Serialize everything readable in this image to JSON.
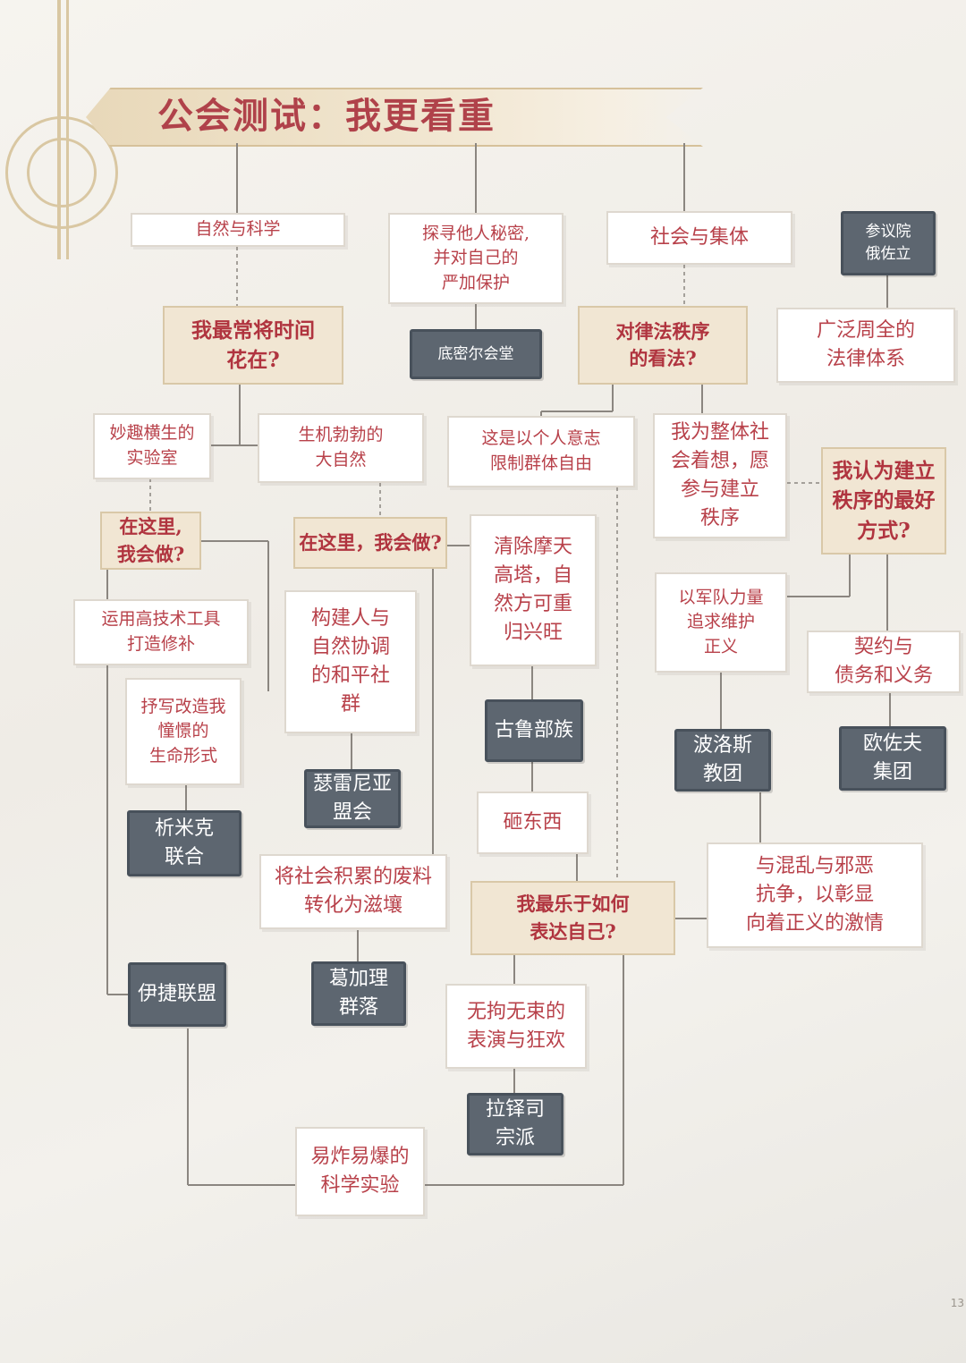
{
  "title": "公会测试：我更看重",
  "page_number": "13",
  "questions": {
    "time": "我最常将时间\n花在?",
    "law": "对律法秩序\n的看法?",
    "do_left": "在这里,\n我会做?",
    "do_mid": "在这里，我会做?",
    "order": "我认为建立\n秩序的最好\n方式?",
    "express": "我最乐于如何\n表达自己?"
  },
  "answers": {
    "nature_science": "自然与科学",
    "secrets": "探寻他人秘密,\n并对自己的\n严加保护",
    "society": "社会与集体",
    "legal_system": "广泛周全的\n法律体系",
    "lab": "妙趣横生的\n实验室",
    "wild": "生机勃勃的\n大自然",
    "will_limits": "这是以个人意志\n限制群体自由",
    "collective": "我为整体社\n会着想，愿\n参与建立\n秩序",
    "hightech": "运用高技术工具\n打造修补",
    "harmony": "构建人与\n自然协调\n的和平社\n群",
    "clear_towers": "清除摩天\n高塔，自\n然方可重\n归兴旺",
    "military": "以军队力量\n追求维护\n正义",
    "contracts": "契约与\n债务和义务",
    "rewrite_life": "抒写改造我\n憧憬的\n生命形式",
    "smash": "砸东西",
    "fight_chaos": "与混乱与邪恶\n抗争，以彰显\n向着正义的激情",
    "compost": "将社会积累的废料\n转化为滋壤",
    "revelry": "无拘无束的\n表演与狂欢",
    "explosive": "易炸易爆的\n科学实验"
  },
  "guilds": {
    "azorius": "参议院\n俄佐立",
    "dimir": "底密尔会堂",
    "gruul": "古鲁部族",
    "boros": "波洛斯\n教团",
    "orzhov": "欧佐夫\n集团",
    "selesnya": "瑟雷尼亚\n盟会",
    "simic": "析米克\n联合",
    "golgari": "葛加理\n群落",
    "izzet": "伊捷联盟",
    "rakdos": "拉铎司\n宗派"
  },
  "colors": {
    "question_text": "#b0343f",
    "answer_text": "#b8414a",
    "guild_fill": "#5d6670",
    "connector": "#8b8680",
    "banner_gold": "#e8d8b9"
  }
}
